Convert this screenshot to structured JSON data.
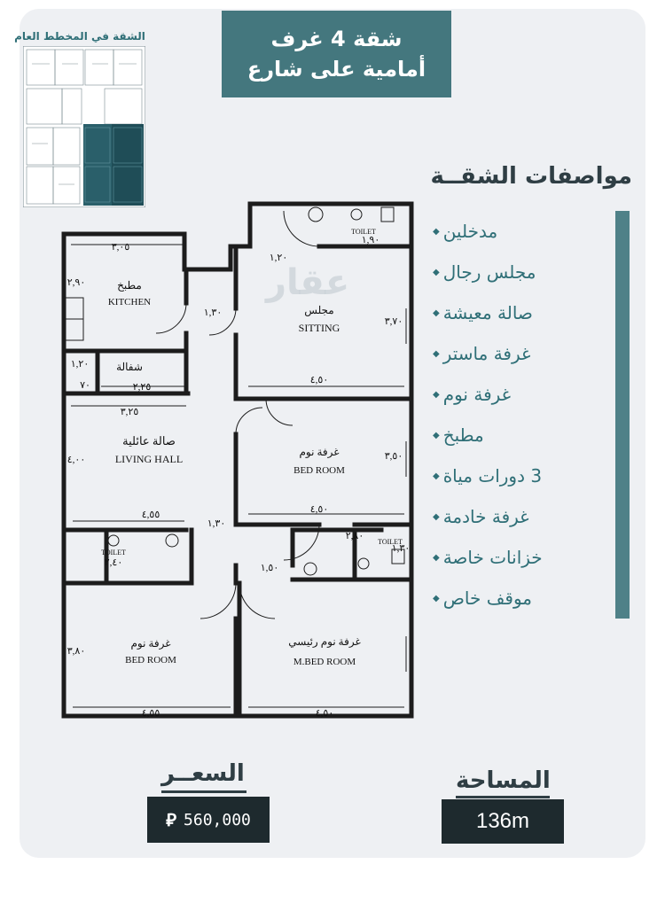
{
  "header": {
    "line1": "شقة 4 غرف",
    "line2": "أمامية على شارع"
  },
  "master_plan_label": "الشقة في المخطط العام",
  "specs": {
    "title": "مواصفات الشقــة",
    "items": [
      "مدخلين",
      "مجلس رجال",
      "صالة معيشة",
      "غرفة ماستر",
      "غرفة نوم",
      "مطبخ",
      "3 دورات مياة",
      "غرفة خادمة",
      "خزانات خاصة",
      "موقف خاص"
    ]
  },
  "plan": {
    "rooms": {
      "kitchen_ar": "مطبخ",
      "kitchen_en": "KITCHEN",
      "sitting_ar": "مجلس",
      "sitting_en": "SITTING",
      "laundry_ar": "شفالة",
      "living_ar": "صالة عائلية",
      "living_en": "LIVING HALL",
      "bed1_ar": "غرفة نوم",
      "bed1_en": "BED ROOM",
      "bed2_ar": "غرفة نوم",
      "bed2_en": "BED ROOM",
      "mbed_ar": "غرفة نوم رئيسي",
      "mbed_en": "M.BED ROOM",
      "toilet": "TOILET"
    },
    "dims": {
      "kitchen_w": "٣,٠٥",
      "kitchen_h": "٢,٩٠",
      "sitting_door": "١,٢٠",
      "corr": "١,٣٠",
      "sitting_w": "٤,٥٠",
      "sitting_h": "٣,٧٠",
      "laundry_w": "٢,٢٥",
      "laundry_h": "١,٢٠",
      "laundry_h2": "٧٠",
      "living_top": "٣,٢٥",
      "living_bottom": "٤,٥٥",
      "living_h": "٤,٠٠",
      "bed_top_w": "٤,٥٠",
      "bed_top_h": "٣,٥٠",
      "corr2": "١,٣٠",
      "toilet_w": "٢,٨٠",
      "toilet_h": "١,٣٠",
      "door2": "١,٥٠",
      "toilet_l": "٢,٤٠",
      "bed_low_w": "٤,٥٥",
      "bed_low_h": "٣,٨٠",
      "mbed_w": "٤,٥٠",
      "toilet_top": "١,٩٠"
    }
  },
  "watermark": "عقار",
  "price": {
    "label": "السعــر",
    "value": "560,000",
    "currency_icon": "riyal-symbol"
  },
  "area": {
    "label": "المساحة",
    "value": "136m"
  },
  "colors": {
    "teal": "#44777e",
    "dark": "#1e2a2e",
    "bar": "#4f8188",
    "text": "#2f3e44"
  }
}
